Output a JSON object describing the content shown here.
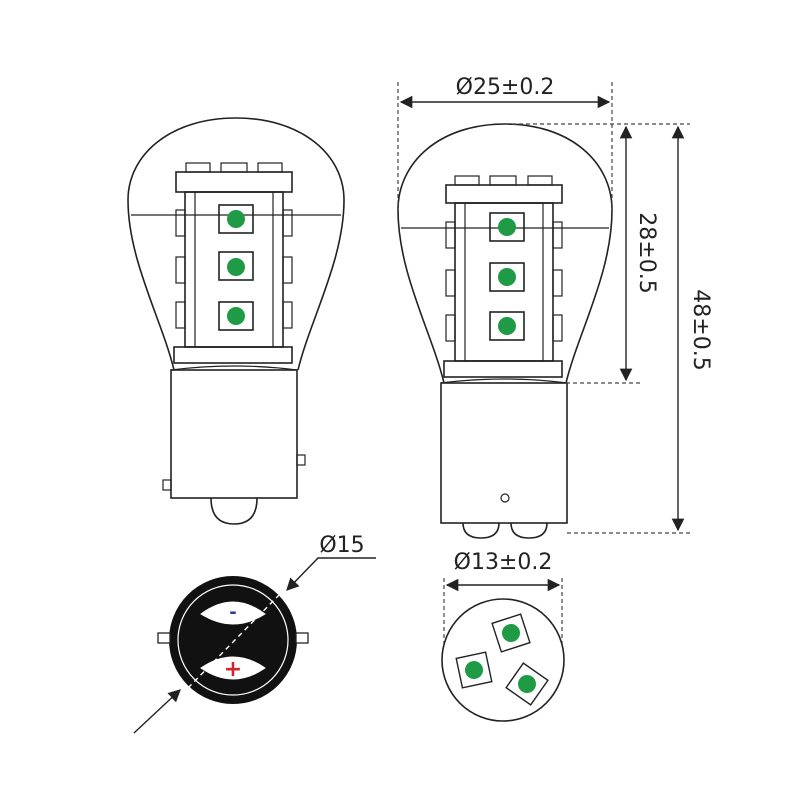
{
  "colors": {
    "line": "#222222",
    "led": "#1f9a45",
    "plus": "#d0262a",
    "minus": "#2a3f9a",
    "dash": "#444444"
  },
  "dimensions": {
    "bulb_diameter": "Ø25±0.2",
    "bulb_height": "28±0.5",
    "total_height": "48±0.5",
    "base_diameter": "Ø13±0.2",
    "contact_diameter": "Ø15"
  },
  "polarity": {
    "minus": "-",
    "plus": "+"
  }
}
